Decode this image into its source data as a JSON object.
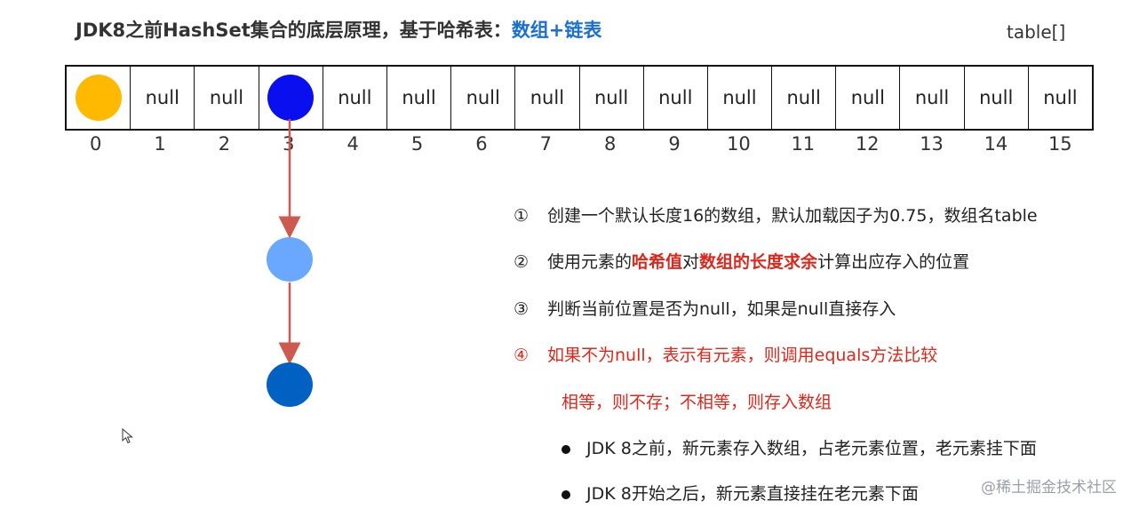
{
  "title": {
    "prefix": "JDK8之前HashSet集合的底层原理，基于哈希表：",
    "accent": "数组+链表"
  },
  "table_label": "table[]",
  "array": {
    "cells": [
      "",
      "null",
      "null",
      "",
      "null",
      "null",
      "null",
      "null",
      "null",
      "null",
      "null",
      "null",
      "null",
      "null",
      "null",
      "null"
    ],
    "indices": [
      "0",
      "1",
      "2",
      "3",
      "4",
      "5",
      "6",
      "7",
      "8",
      "9",
      "10",
      "11",
      "12",
      "13",
      "14",
      "15"
    ],
    "colors": {
      "slot0": "#ffba00",
      "slot3": "#0a0ff0",
      "node2": "#6aa8ff",
      "node3": "#0061c2",
      "arrow": "#cc5a4e"
    }
  },
  "steps": [
    {
      "num": "①",
      "text": "创建一个默认长度16的数组，默认加载因子为0.75，数组名table"
    },
    {
      "num": "②",
      "parts": [
        "使用元素的",
        "哈希值",
        "对",
        "数组的长度求余",
        "计算出应存入的位置"
      ]
    },
    {
      "num": "③",
      "text": "判断当前位置是否为null，如果是null直接存入"
    },
    {
      "num": "④",
      "text": "如果不为null，表示有元素，则调用equals方法比较"
    }
  ],
  "sub_note": "相等，则不存；不相等，则存入数组",
  "bullets": [
    "JDK 8之前，新元素存入数组，占老元素位置，老元素挂下面",
    "JDK 8开始之后，新元素直接挂在老元素下面"
  ],
  "watermark": "@稀土掘金技术社区"
}
